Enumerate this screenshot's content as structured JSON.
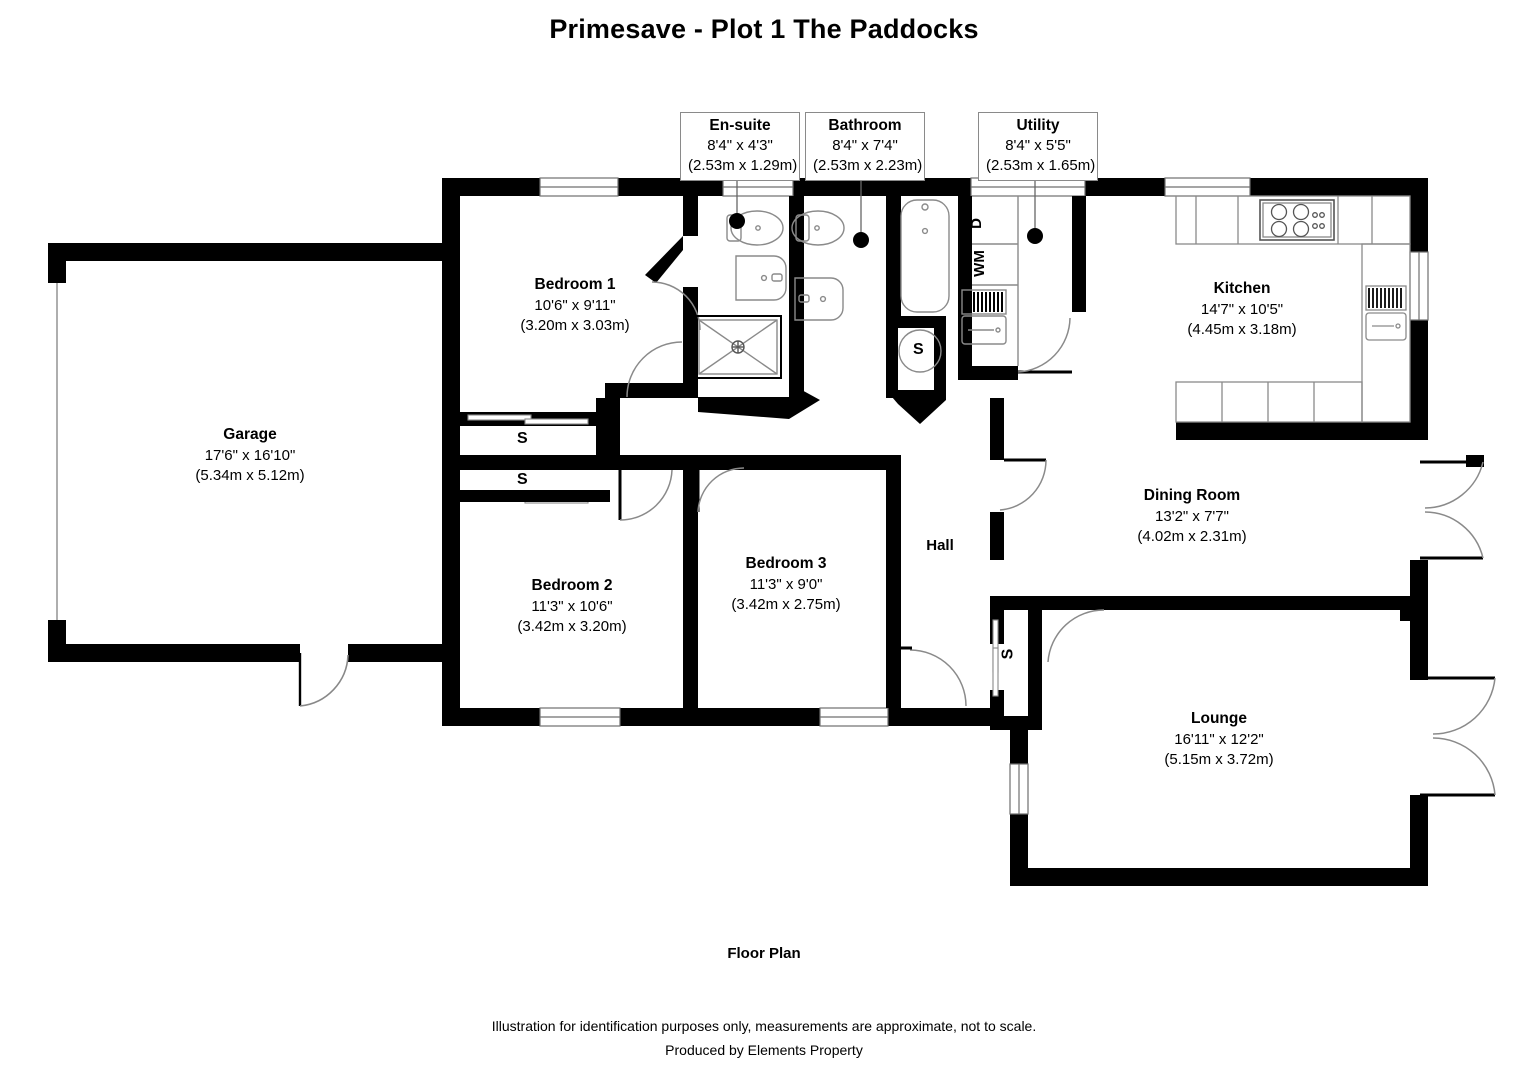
{
  "document": {
    "title": "Primesave - Plot 1 The Paddocks",
    "plan_label": "Floor Plan",
    "disclaimer_line1": "Illustration for identification purposes only, measurements are approximate, not to scale.",
    "disclaimer_line2": "Produced by Elements Property"
  },
  "rooms": [
    {
      "id": "garage",
      "name": "Garage",
      "imperial": "17'6\" x 16'10\"",
      "metric": "(5.34m x 5.12m)"
    },
    {
      "id": "bedroom1",
      "name": "Bedroom 1",
      "imperial": "10'6\" x 9'11\"",
      "metric": "(3.20m x 3.03m)"
    },
    {
      "id": "bedroom2",
      "name": "Bedroom 2",
      "imperial": "11'3\" x 10'6\"",
      "metric": "(3.42m x 3.20m)"
    },
    {
      "id": "bedroom3",
      "name": "Bedroom 3",
      "imperial": "11'3\" x 9'0\"",
      "metric": "(3.42m x 2.75m)"
    },
    {
      "id": "kitchen",
      "name": "Kitchen",
      "imperial": "14'7\" x 10'5\"",
      "metric": "(4.45m x 3.18m)"
    },
    {
      "id": "dining",
      "name": "Dining Room",
      "imperial": "13'2\" x 7'7\"",
      "metric": "(4.02m x 2.31m)"
    },
    {
      "id": "lounge",
      "name": "Lounge",
      "imperial": "16'11\" x 12'2\"",
      "metric": "(5.15m x 3.72m)"
    }
  ],
  "hall": {
    "name": "Hall"
  },
  "callouts": [
    {
      "id": "ensuite",
      "name": "En-suite",
      "imperial": "8'4\" x 4'3\"",
      "metric": "(2.53m x 1.29m)"
    },
    {
      "id": "bathroom",
      "name": "Bathroom",
      "imperial": "8'4\" x 7'4\"",
      "metric": "(2.53m x 2.23m)"
    },
    {
      "id": "utility",
      "name": "Utility",
      "imperial": "8'4\" x 5'5\"",
      "metric": "(2.53m x 1.65m)"
    }
  ],
  "storage_markers": [
    {
      "id": "s-upper",
      "label": "S"
    },
    {
      "id": "s-lower",
      "label": "S"
    },
    {
      "id": "s-cylinder",
      "label": "S"
    },
    {
      "id": "s-hall",
      "label": "S"
    }
  ],
  "appliances": [
    {
      "id": "dryer",
      "label": "D"
    },
    {
      "id": "washing-machine",
      "label": "WM"
    }
  ],
  "colors": {
    "wall": "#000000",
    "background": "#ffffff",
    "fixture_line": "#808080",
    "callout_border": "#8a8a8a"
  },
  "icons": {
    "toilet": "toilet-icon",
    "basin": "basin-icon",
    "shower": "shower-tray-icon",
    "bath": "bath-icon",
    "sink": "kitchen-sink-icon",
    "hob": "hob-icon",
    "door_swing": "door-swing-icon",
    "window": "window-icon"
  }
}
